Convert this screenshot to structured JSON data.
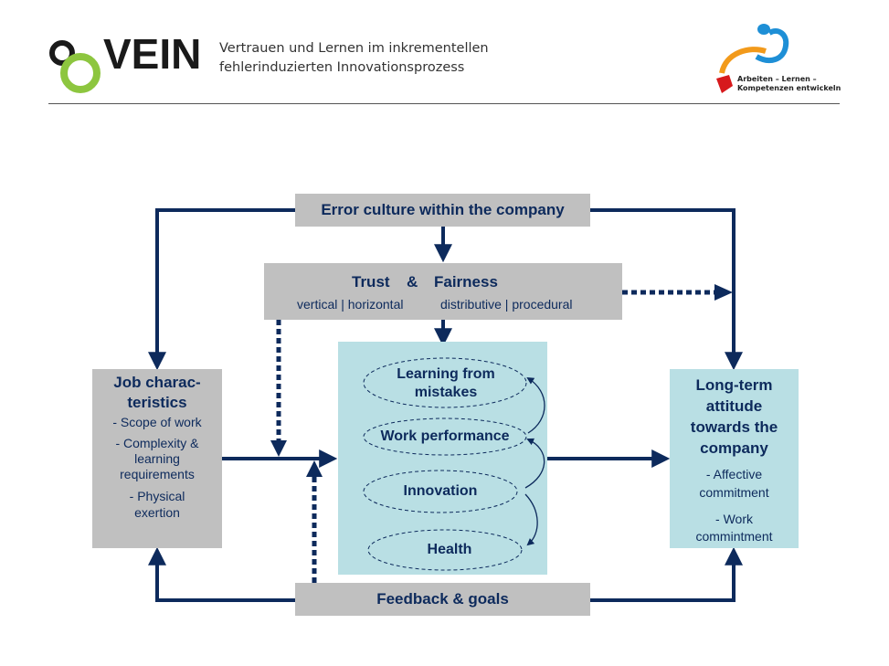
{
  "header": {
    "logo_text": "VEIN",
    "subtitle_line1": "Vertrauen und Lernen im inkrementellen",
    "subtitle_line2": "fehlerinduzierten Innovationsprozess",
    "partner_line1": "Arbeiten – Lernen –",
    "partner_line2": "Kompetenzen entwickeln",
    "colors": {
      "logo_ring": "#8dc63f",
      "partner_orange": "#f29a1b",
      "partner_blue": "#1e8fd6",
      "partner_red": "#d7191c"
    }
  },
  "diagram": {
    "error_culture": "Error culture within the company",
    "trust": {
      "title_a": "Trust",
      "title_amp": "&",
      "title_b": "Fairness",
      "sub_left": "vertical | horizontal",
      "sub_right": "distributive | procedural"
    },
    "job": {
      "title_line1": "Job charac-",
      "title_line2": "teristics",
      "item1": "- Scope of work",
      "item2_line1": "- Complexity &",
      "item2_line2": "learning",
      "item2_line3": "requirements",
      "item3_line1": "- Physical",
      "item3_line2": "exertion"
    },
    "outcomes": {
      "learning_line1": "Learning from",
      "learning_line2": "mistakes",
      "work": "Work performance",
      "innovation": "Innovation",
      "health": "Health"
    },
    "longterm": {
      "title_line1": "Long-term",
      "title_line2": "attitude",
      "title_line3": "towards the",
      "title_line4": "company",
      "item1_line1": "- Affective",
      "item1_line2": "commitment",
      "item2_line1": "- Work",
      "item2_line2": "commintment"
    },
    "feedback": "Feedback & goals",
    "colors": {
      "arrow": "#0d2a5c",
      "gray_box": "#c0c0c0",
      "teal_box": "#b9dfe4"
    }
  }
}
